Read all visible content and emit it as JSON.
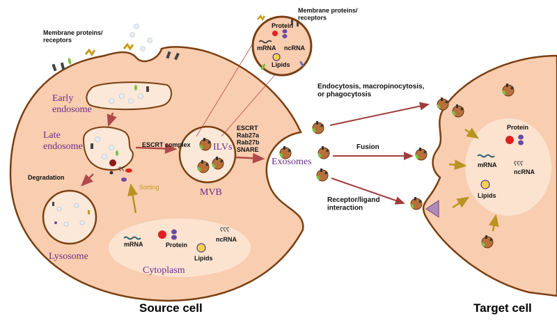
{
  "source_cell": {
    "title": "Source cell",
    "membrane_label": "Membrane proteins/\nreceptors",
    "early_endosome": "Early\nendosome",
    "late_endosome": "Late\nendosome",
    "escrt_complex": "ESCRT complex",
    "degradation": "Degradation",
    "sorting": "Sorting",
    "lysosome": "Lysosome",
    "mvb": "MVB",
    "ilvs": "ILVs",
    "release_factors": "ESCRT\nRab27a\nRab27b\nSNARE",
    "cytoplasm": {
      "title": "Cytoplasm",
      "mrna": "mRNA",
      "protein": "Protein",
      "ncrna": "ncRNA",
      "lipids": "Lipids"
    }
  },
  "exosome_inset": {
    "membrane_label": "Membrane proteins/\nreceptors",
    "protein": "Protein",
    "mrna": "mRNA",
    "ncrna": "ncRNA",
    "lipids": "Lipids"
  },
  "exosomes_label": "Exosomes",
  "uptake": {
    "endocytosis": "Endocytosis, macropinocytosis,\nor phagocytosis",
    "fusion": "Fusion",
    "receptor": "Receptor/ligand\ninteraction"
  },
  "target_cell": {
    "title": "Target  cell",
    "protein": "Protein",
    "mrna": "mRNA",
    "ncrna": "ncRNA",
    "lipids": "Lipids"
  },
  "colors": {
    "cell_fill": "#f8cdb0",
    "cell_stroke": "#7a3e10",
    "organelle_fill": "#fbe8d8",
    "arrow_red": "#b04a4a",
    "arrow_gold": "#b89420",
    "label_purple": "#6a2d8c"
  }
}
